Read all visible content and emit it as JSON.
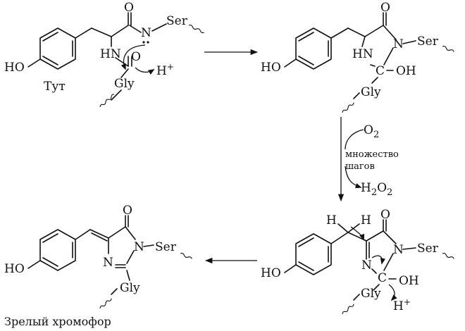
{
  "labels": {
    "ho": "HO",
    "hn": "HN",
    "n": "N",
    "o": "O",
    "oh": "OH",
    "c": "C",
    "ser": "Ser",
    "gly": "Gly",
    "h": "H",
    "h_plus": "H",
    "plus": "+",
    "tyr": "Тут"
  },
  "step_reagents": {
    "o2": "O",
    "o2_sub": "2",
    "many_steps_line1": "множество",
    "many_steps_line2": "шагов",
    "h2o2_h": "H",
    "h2o2_sub1": "2",
    "h2o2_o": "O",
    "h2o2_sub2": "2"
  },
  "caption": "Зрелый хромофор"
}
